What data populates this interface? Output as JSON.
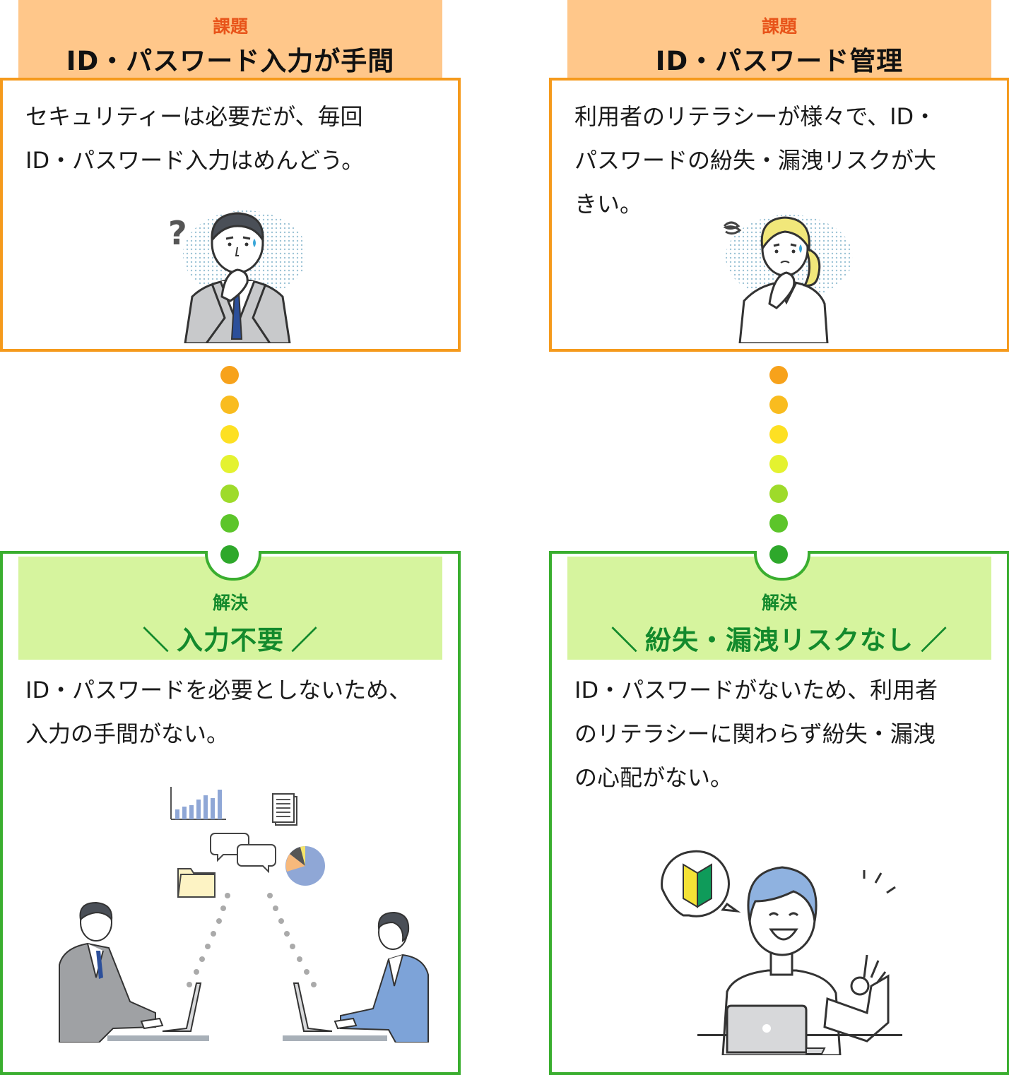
{
  "left": {
    "issue": {
      "tag": "課題",
      "title": "ID・パスワード入力が手間",
      "lines": [
        "セキュリティーは必要だが、毎回",
        "ID・パスワード入力はめんどう。"
      ]
    },
    "solution": {
      "tag": "解決",
      "title_left_mark": "＼",
      "title": "入力不要",
      "title_right_mark": "／",
      "lines": [
        "ID・パスワードを必要としないため、",
        "入力の手間がない。"
      ]
    }
  },
  "right": {
    "issue": {
      "tag": "課題",
      "title": "ID・パスワード管理",
      "lines": [
        "利用者のリテラシーが様々で、ID・",
        "パスワードの紛失・漏洩リスクが大",
        "きい。"
      ]
    },
    "solution": {
      "tag": "解決",
      "title_left_mark": "＼",
      "title": "紛失・漏洩リスクなし",
      "title_right_mark": "／",
      "lines": [
        "ID・パスワードがないため、利用者",
        "のリテラシーに関わらず紛失・漏洩",
        "の心配がない。"
      ]
    }
  },
  "colors": {
    "issue_header_bg": "#ffc78a",
    "issue_border": "#f59a1c",
    "issue_tag": "#e8541a",
    "solution_header_bg": "#d6f49e",
    "solution_border": "#3aae2f",
    "solution_text": "#138a2c",
    "connector_dots": [
      "#f7a21b",
      "#f9bc1f",
      "#fde023",
      "#e4f230",
      "#9edb2a",
      "#5cc52a",
      "#2ea82b"
    ]
  }
}
